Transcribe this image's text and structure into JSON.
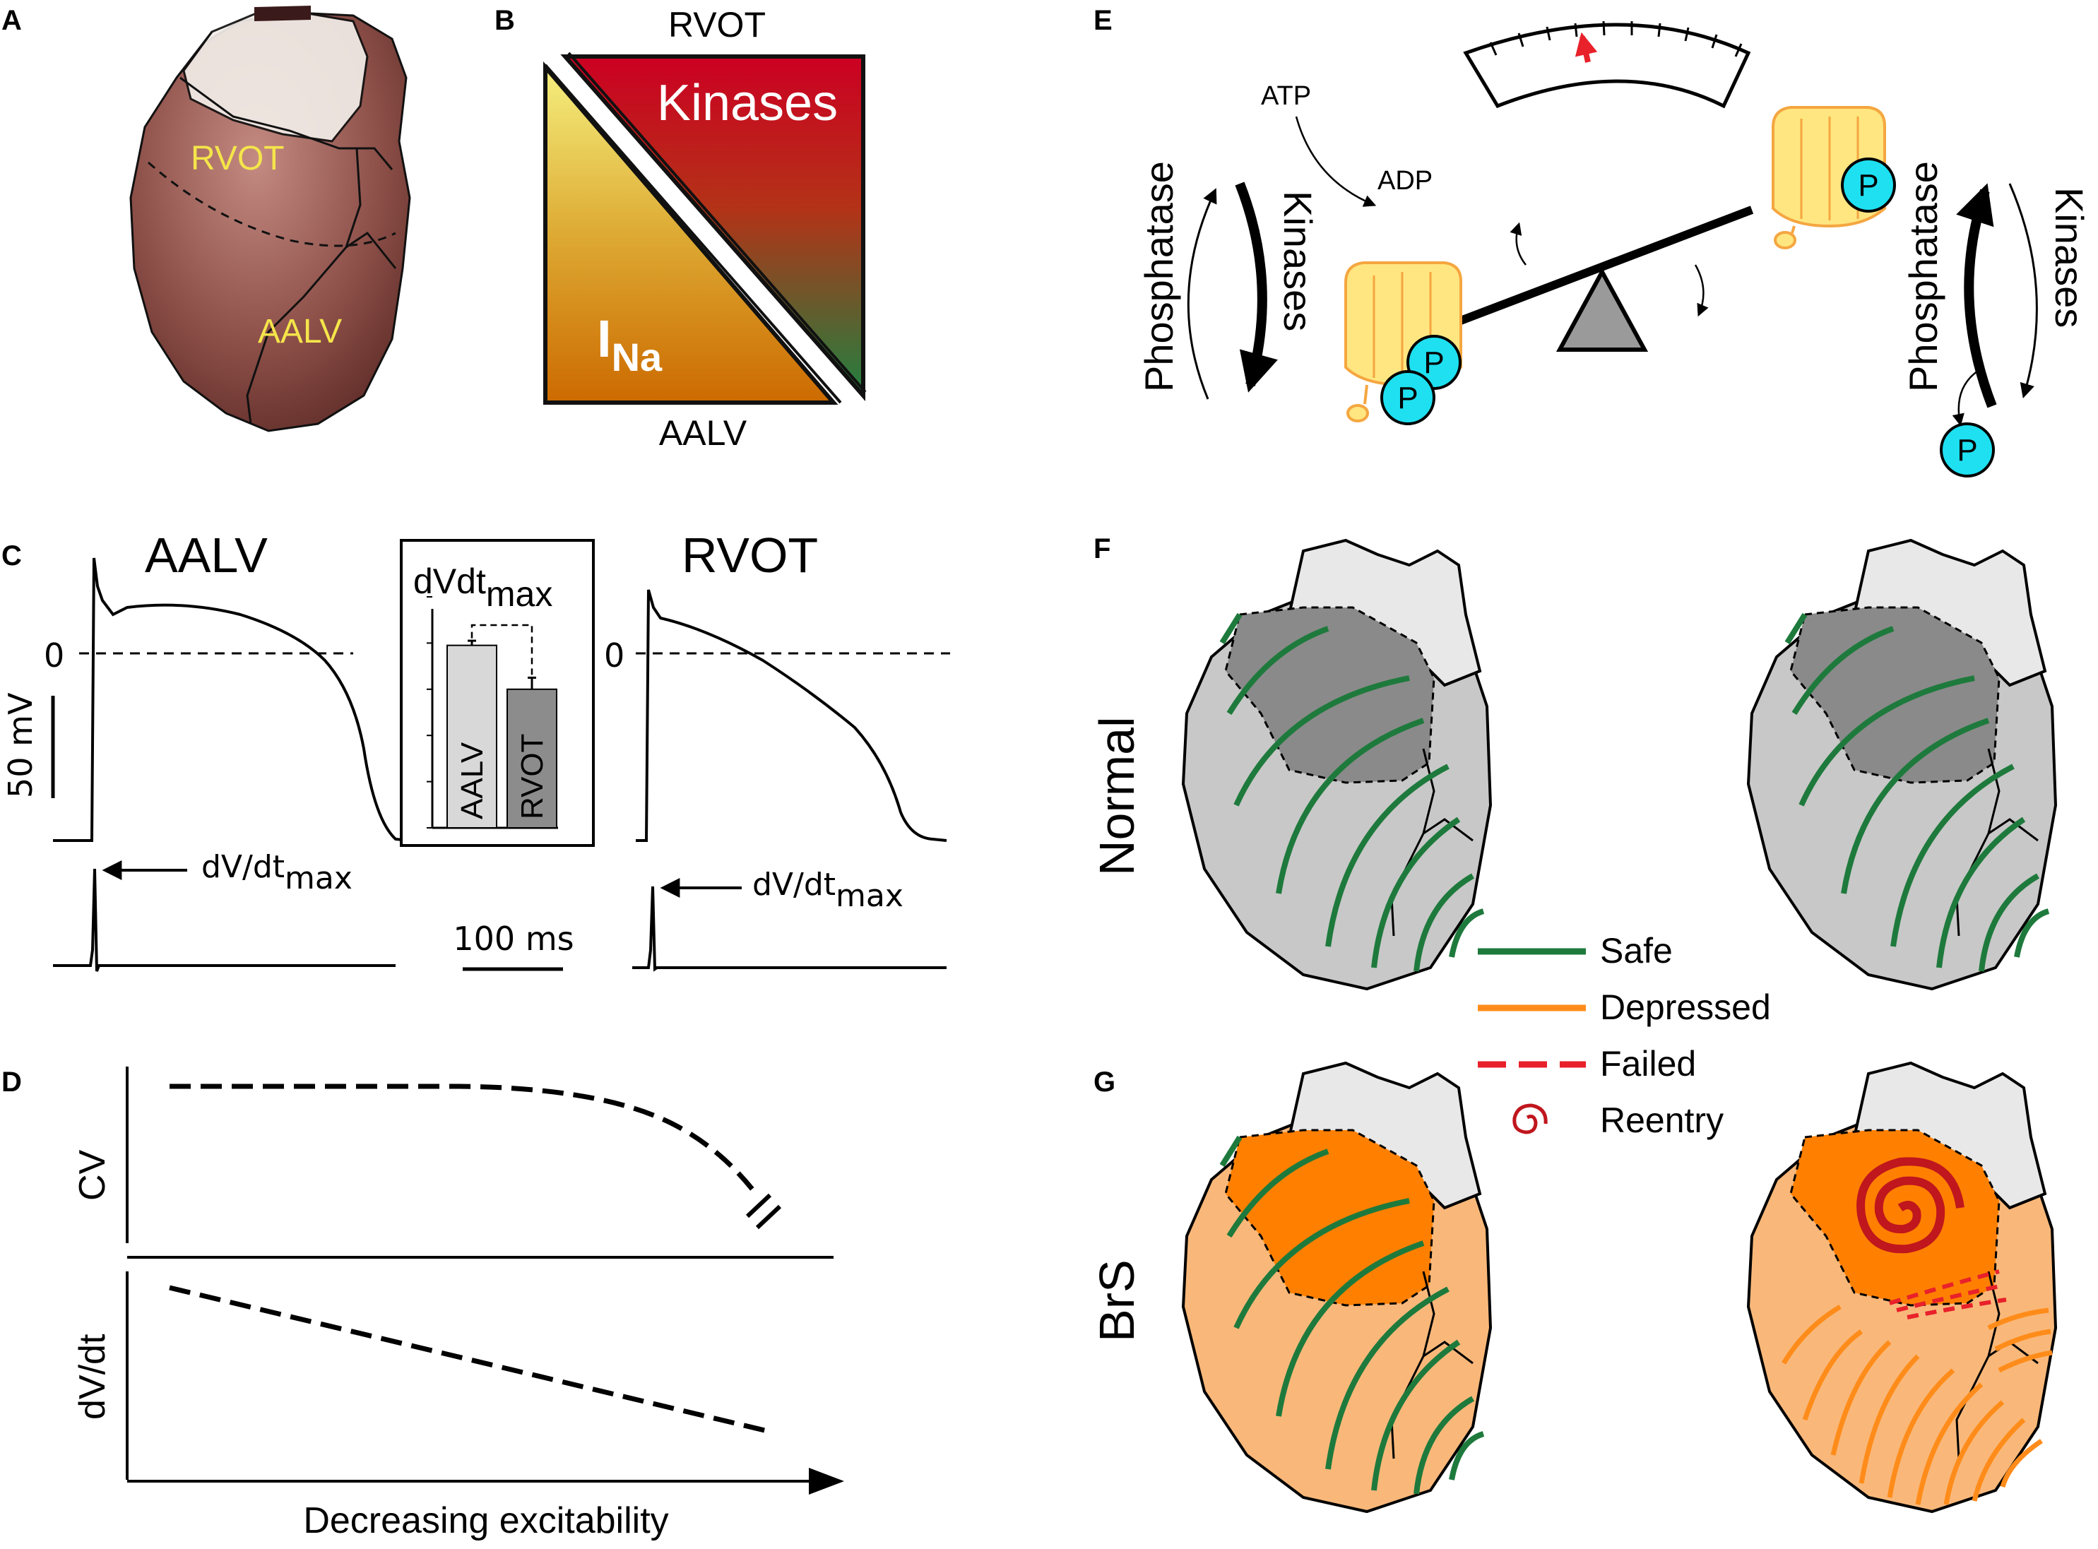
{
  "panels": {
    "a": {
      "letter": "A",
      "labels": [
        "RVOT",
        "AALV"
      ]
    },
    "b": {
      "letter": "B",
      "top_label": "RVOT",
      "bottom_label": "AALV",
      "kinases_label": "Kinases",
      "ina_main": "I",
      "ina_sub": "Na"
    },
    "c": {
      "letter": "C",
      "title_left": "AALV",
      "title_right": "RVOT",
      "zero_label": "0",
      "scale_voltage": "50 mV",
      "scale_time": "100 ms",
      "dvdt_text": "dV/dt",
      "dvdt_sub": "max",
      "inset_title": "dVdt",
      "inset_title_sub": "max",
      "inset_bars": [
        {
          "label": "AALV",
          "value": 0.79,
          "error": 0.02,
          "color": "#d8d8d8"
        },
        {
          "label": "RVOT",
          "value": 0.6,
          "error": 0.05,
          "color": "#8c8c8c"
        }
      ]
    },
    "d": {
      "letter": "D",
      "ylabel_top": "CV",
      "ylabel_bottom": "dV/dt",
      "xlabel": "Decreasing excitability"
    },
    "e": {
      "letter": "E",
      "atp": "ATP",
      "adp": "ADP",
      "phosphatase": "Phosphatase",
      "kinases": "Kinases",
      "p": "P"
    },
    "f": {
      "letter": "F",
      "row_label": "Normal"
    },
    "g": {
      "letter": "G",
      "row_label": "BrS"
    }
  },
  "legend": [
    {
      "label": "Safe",
      "color": "#1e7a3c",
      "style": "solid"
    },
    {
      "label": "Depressed",
      "color": "#ff8c1a",
      "style": "solid"
    },
    {
      "label": "Failed",
      "color": "#e8212a",
      "style": "dashed"
    },
    {
      "label": "Reentry",
      "color": "#c0161d",
      "style": "spiral"
    }
  ],
  "colors": {
    "safe_green": "#1e7a3c",
    "depressed_orange": "#ff8c1a",
    "failed_red": "#e8212a",
    "heart_gray": "#c8c8c8",
    "rvot_gray": "#8a8a8a",
    "brs_light": "#f9b87a",
    "brs_dark": "#ff8000",
    "channel_yellow": "#ffe680",
    "phospho_cyan": "#1ee0f0"
  }
}
